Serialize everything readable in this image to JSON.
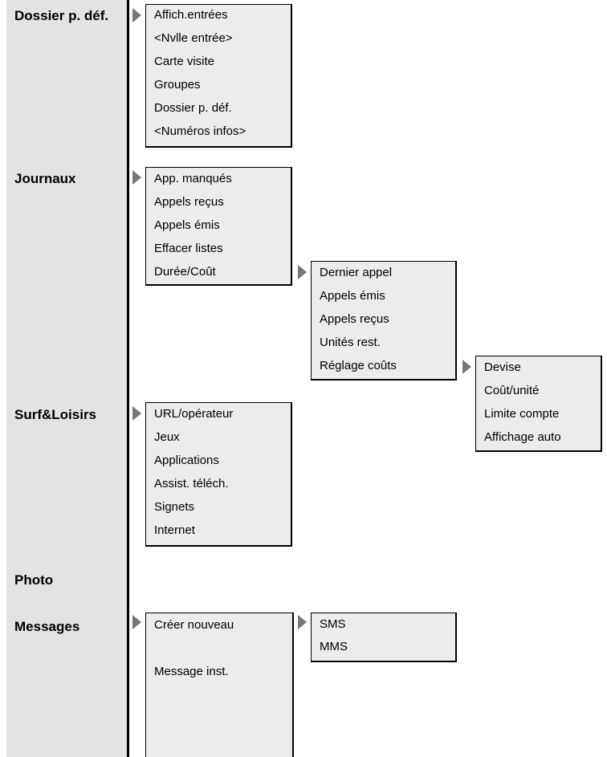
{
  "categories": {
    "dossier": "Dossier p. déf.",
    "journaux": "Journaux",
    "surf": "Surf&Loisirs",
    "photo": "Photo",
    "messages": "Messages"
  },
  "menus": {
    "dossier": [
      "Affich.entrées",
      "<Nvlle entrée>",
      "Carte visite",
      "Groupes",
      "Dossier p. déf.",
      "<Numéros infos>"
    ],
    "journaux": [
      "App. manqués",
      "Appels reçus",
      "Appels émis",
      "Effacer listes",
      "Durée/Coût"
    ],
    "duree_cout": [
      "Dernier appel",
      "Appels émis",
      "Appels reçus",
      "Unités rest.",
      "Réglage coûts"
    ],
    "reglage_couts": [
      "Devise",
      "Coût/unité",
      "Limite compte",
      "Affichage auto"
    ],
    "surf": [
      "URL/opérateur",
      "Jeux",
      "Applications",
      "Assist. téléch.",
      "Signets",
      "Internet"
    ],
    "messages": [
      "Créer nouveau",
      "Message inst."
    ],
    "creer_nouveau": [
      "SMS",
      "MMS"
    ]
  },
  "colors": {
    "left_column": "#e3e3e3",
    "menu_box": "#ececec",
    "arrow": "#777777",
    "line": "#000000"
  }
}
